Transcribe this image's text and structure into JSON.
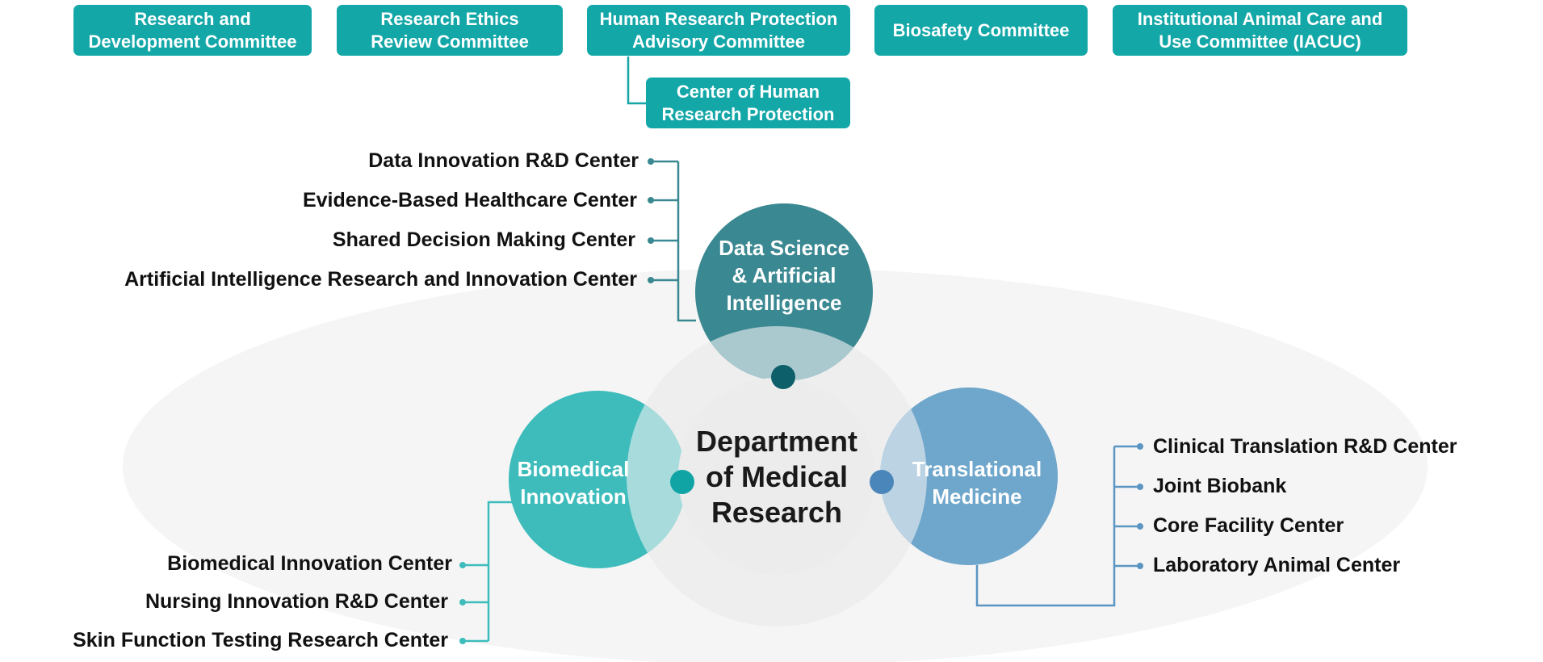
{
  "colors": {
    "box_teal": "#14a7a8",
    "ds_circle": "#3a8891",
    "bio_circle": "#3dbcbb",
    "trans_circle": "#6fa6cb",
    "center_circle": "#ececec",
    "connector_ds": "#3a8891",
    "connector_bio": "#3dbcbb",
    "connector_trans": "#5b95c2"
  },
  "committees": [
    {
      "line1": "Research and",
      "line2": "Development Committee"
    },
    {
      "line1": "Research Ethics",
      "line2": "Review Committee"
    },
    {
      "line1": "Human Research Protection",
      "line2": "Advisory Committee"
    },
    {
      "line1": "Biosafety Committee",
      "line2": ""
    },
    {
      "line1": "Institutional Animal Care and",
      "line2": "Use Committee (IACUC)"
    }
  ],
  "sub_committee": {
    "line1": "Center of Human",
    "line2": "Research Protection"
  },
  "center": {
    "line1": "Department",
    "line2": "of Medical",
    "line3": "Research"
  },
  "divisions": {
    "data_science": {
      "line1": "Data Science",
      "line2": "& Artificial",
      "line3": "Intelligence",
      "centers": [
        "Data Innovation R&D Center",
        "Evidence-Based Healthcare Center",
        "Shared Decision Making Center",
        "Artificial Intelligence Research and Innovation Center"
      ]
    },
    "biomedical": {
      "line1": "Biomedical",
      "line2": "Innovation",
      "centers": [
        "Biomedical Innovation Center",
        "Nursing Innovation R&D Center",
        "Skin Function Testing Research Center"
      ]
    },
    "translational": {
      "line1": "Translational",
      "line2": "Medicine",
      "centers": [
        "Clinical Translation R&D Center",
        "Joint Biobank",
        "Core Facility Center",
        "Laboratory Animal Center"
      ]
    }
  }
}
